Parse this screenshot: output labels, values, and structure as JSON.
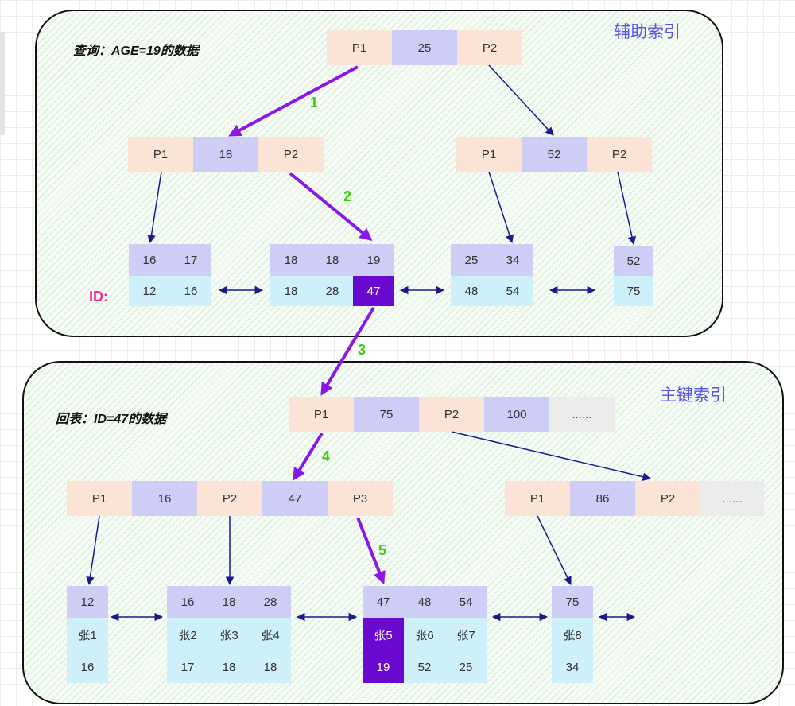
{
  "secondary": {
    "title": "辅助索引",
    "query": "查询：AGE=19的数据",
    "id_label": "ID:",
    "root": [
      "P1",
      "25",
      "P2"
    ],
    "left_internal": [
      "P1",
      "18",
      "P2"
    ],
    "right_internal": [
      "P1",
      "52",
      "P2"
    ],
    "leaves": [
      {
        "keys": [
          "16",
          "17"
        ],
        "ids": [
          "12",
          "16"
        ]
      },
      {
        "keys": [
          "18",
          "18",
          "19"
        ],
        "ids": [
          "18",
          "28",
          "47"
        ]
      },
      {
        "keys": [
          "25",
          "34"
        ],
        "ids": [
          "48",
          "54"
        ]
      },
      {
        "keys": [
          "52"
        ],
        "ids": [
          "75"
        ]
      }
    ]
  },
  "primary": {
    "title": "主键索引",
    "query": "回表：ID=47的数据",
    "root": [
      "P1",
      "75",
      "P2",
      "100",
      "......"
    ],
    "left_internal": [
      "P1",
      "16",
      "P2",
      "47",
      "P3"
    ],
    "right_internal": [
      "P1",
      "86",
      "P2",
      "......"
    ],
    "leaves": [
      {
        "keys": [
          "12"
        ],
        "names": [
          "张1"
        ],
        "ages": [
          "16"
        ]
      },
      {
        "keys": [
          "16",
          "18",
          "28"
        ],
        "names": [
          "张2",
          "张3",
          "张4"
        ],
        "ages": [
          "17",
          "18",
          "18"
        ]
      },
      {
        "keys": [
          "47",
          "48",
          "54"
        ],
        "names": [
          "张5",
          "张6",
          "张7"
        ],
        "ages": [
          "19",
          "52",
          "25"
        ]
      },
      {
        "keys": [
          "75"
        ],
        "names": [
          "张8"
        ],
        "ages": [
          "34"
        ]
      }
    ]
  },
  "steps": [
    "1",
    "2",
    "3",
    "4",
    "5"
  ],
  "colors": {
    "pointer_cell": "#fbe3d6",
    "key_cell": "#cdcdf6",
    "value_cell": "#cdf0fb",
    "highlight": "#6a0ad0",
    "path_arrow": "#8b16e6",
    "tree_arrow": "#1a1a8c",
    "step_number": "#33cc11",
    "title": "#5a55e6",
    "id_label": "#ee2f8f"
  }
}
